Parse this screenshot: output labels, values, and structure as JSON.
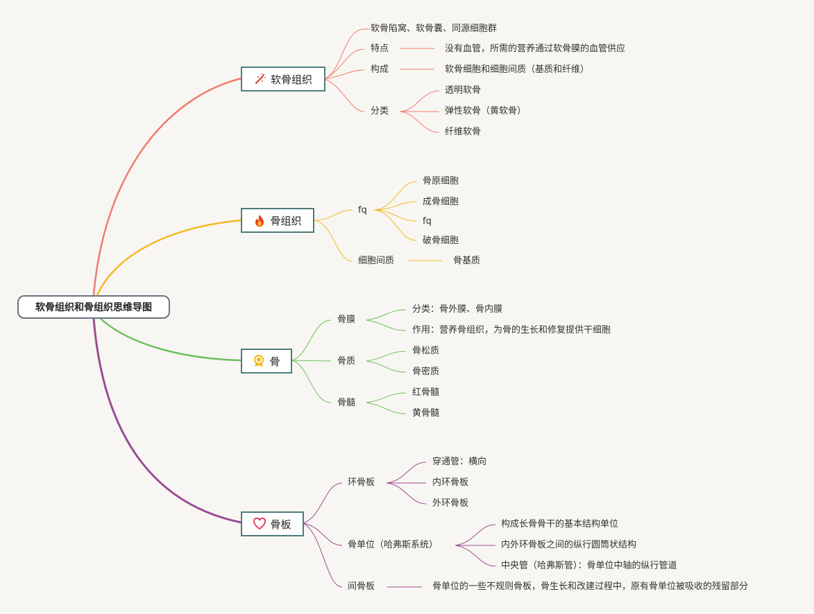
{
  "root": {
    "label": "软骨组织和骨组织思维导图"
  },
  "colors": {
    "cartilage": "#ef7c6e",
    "bone_tissue": "#f5b924",
    "bone": "#6cc05c",
    "lamella": "#9b4c94"
  },
  "branches": {
    "cartilage": {
      "label": "软骨组织",
      "icon": "magic-wand-icon",
      "c1": "软骨陷窝、软骨囊、同源细胞群",
      "c2": "特点",
      "c2a": "没有血管，所需的营养通过软骨膜的血管供应",
      "c3": "构成",
      "c3a": "软骨细胞和细胞间质（基质和纤维）",
      "c4": "分类",
      "c4a": "透明软骨",
      "c4b": "弹性软骨（黄软骨）",
      "c4c": "纤维软骨"
    },
    "bone_tissue": {
      "label": "骨组织",
      "icon": "fire-icon",
      "c1": "fq",
      "c1a": "骨原细胞",
      "c1b": "成骨细胞",
      "c1c": "fq",
      "c1d": "破骨细胞",
      "c2": "细胞间质",
      "c2a": "骨基质"
    },
    "bone": {
      "label": "骨",
      "icon": "award-medal-icon",
      "c1": "骨膜",
      "c1a": "分类：骨外膜、骨内膜",
      "c1b": "作用：营养骨组织，为骨的生长和修复提供干细胞",
      "c2": "骨质",
      "c2a": "骨松质",
      "c2b": "骨密质",
      "c3": "骨髓",
      "c3a": "红骨髓",
      "c3b": "黄骨髓"
    },
    "lamella": {
      "label": "骨板",
      "icon": "heart-icon",
      "c1": "环骨板",
      "c1a": "穿通管：横向",
      "c1b": "内环骨板",
      "c1c": "外环骨板",
      "c2": "骨单位（哈弗斯系统）",
      "c2a": "构成长骨骨干的基本结构单位",
      "c2b": "内外环骨板之间的纵行圆筒状结构",
      "c2c": "中央管（哈弗斯管）：骨单位中轴的纵行管道",
      "c3": "间骨板",
      "c3a": "骨单位的一些不规则骨板，骨生长和改建过程中，原有骨单位被吸收的残留部分"
    }
  }
}
